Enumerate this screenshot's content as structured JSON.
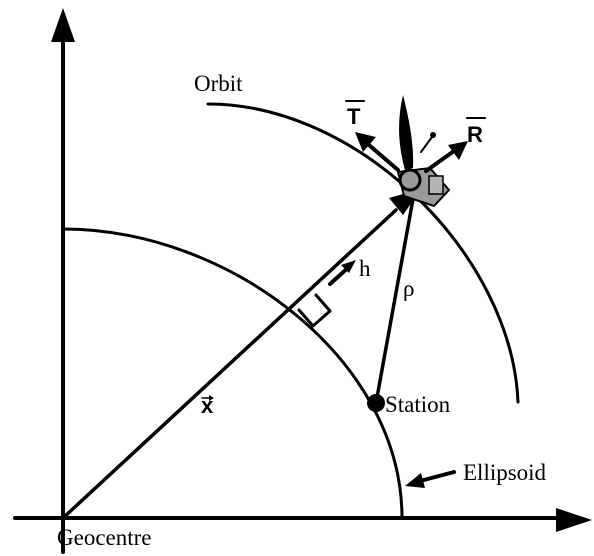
{
  "diagram": {
    "labels": {
      "orbit": "Orbit",
      "t_vector": "T",
      "r_vector": "R",
      "h": "h",
      "rho": "ρ",
      "x_vector": "x",
      "station": "Station",
      "ellipsoid": "Ellipsoid",
      "geocentre": "Geocentre"
    },
    "colors": {
      "ink": "#000000",
      "background": "#ffffff",
      "satellite_body": "#9a9a9a"
    }
  }
}
